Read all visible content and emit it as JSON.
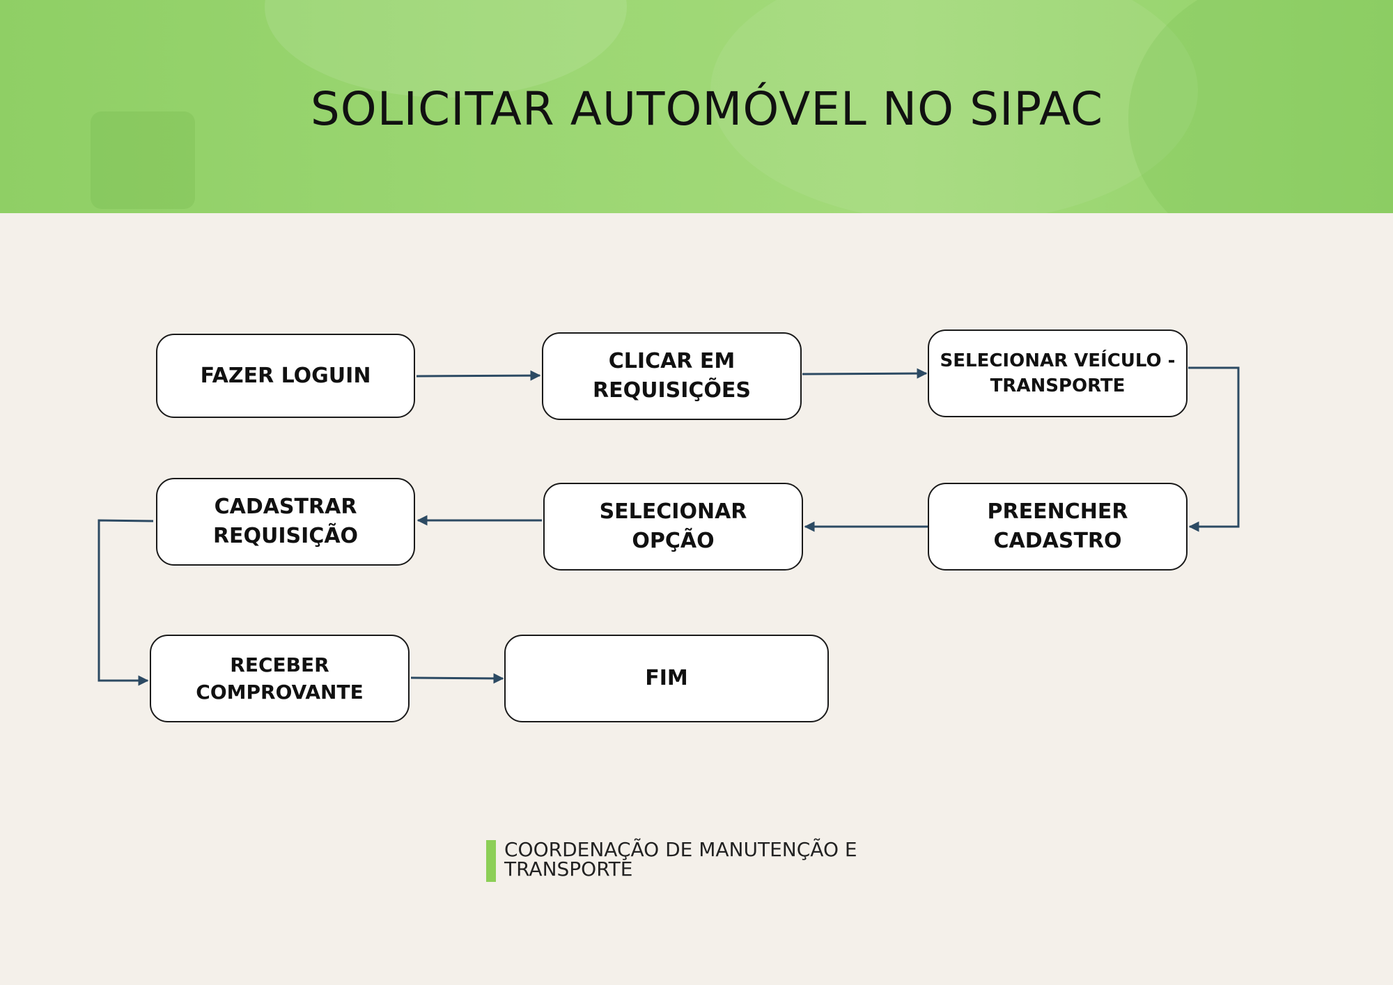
{
  "header": {
    "title": "SOLICITAR AUTOMÓVEL NO SIPAC"
  },
  "flow": {
    "steps": [
      {
        "id": "fazer-loguin",
        "label": "FAZER LOGUIN"
      },
      {
        "id": "clicar-em-requisicoes",
        "label": "CLICAR EM\nREQUISIÇÕES"
      },
      {
        "id": "selecionar-veiculo",
        "label": "SELECIONAR VEÍCULO -\nTRANSPORTE"
      },
      {
        "id": "preencher-cadastro",
        "label": "PREENCHER\nCADASTRO"
      },
      {
        "id": "selecionar-opcao",
        "label": "SELECIONAR\nOPÇÃO"
      },
      {
        "id": "cadastrar-requisicao",
        "label": "CADASTRAR\nREQUISIÇÃO"
      },
      {
        "id": "receber-comprovante",
        "label": "RECEBER\nCOMPROVANTE"
      },
      {
        "id": "fim",
        "label": "FIM"
      }
    ]
  },
  "footer": {
    "text": "COORDENAÇÃO DE MANUTENÇÃO E\nTRANSPORTE"
  },
  "colors": {
    "connector": "#2c4a63",
    "accent": "#8ccf57",
    "header": "#9bd672",
    "background": "#f4f0ea"
  }
}
